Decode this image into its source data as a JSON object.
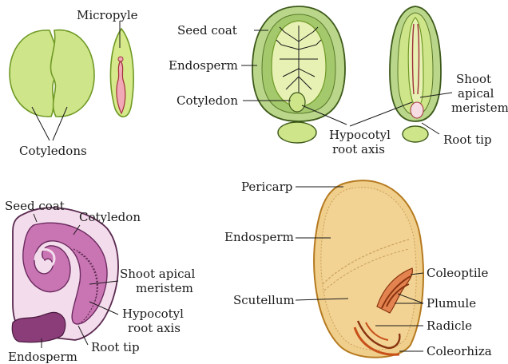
{
  "labels": {
    "micropyle": "Micropyle",
    "cotyledons": "Cotyledons",
    "castor_seed_coat": "Seed coat",
    "castor_endosperm": "Endosperm",
    "castor_cotyledon": "Cotyledon",
    "castor_hypocotyl": "Hypocotyl",
    "castor_root_axis": "root axis",
    "castor_shoot": "Shoot",
    "castor_apical": "apical",
    "castor_meristem": "meristem",
    "castor_root_tip": "Root tip",
    "bean_seed_coat": "Seed coat",
    "bean_cotyledon": "Cotyledon",
    "bean_shoot_apical": "Shoot apical",
    "bean_meristem": "meristem",
    "bean_hypocotyl": "Hypocotyl",
    "bean_root_axis": "root axis",
    "bean_root_tip": "Root tip",
    "bean_endosperm": "Endosperm",
    "maize_pericarp": "Pericarp",
    "maize_endosperm": "Endosperm",
    "maize_scutellum": "Scutellum",
    "maize_coleoptile": "Coleoptile",
    "maize_plumule": "Plumule",
    "maize_radicle": "Radicle",
    "maize_coleorhiza": "Coleorhiza"
  },
  "colors": {
    "cotyledon_green": "#cfe58a",
    "cotyledon_edge": "#8db83a",
    "endosperm_green": "#b5d07a",
    "castor_speckle": "#5a7a2a",
    "embryo_pink": "#f1a9b8",
    "bean_pink": "#f1d3e6",
    "bean_magenta": "#c06aa8",
    "bean_endosperm": "#8a3d78",
    "maize_endosperm": "#f2d394",
    "maize_pericarp": "#c98a2a",
    "maize_embryo": "#c8501a"
  }
}
